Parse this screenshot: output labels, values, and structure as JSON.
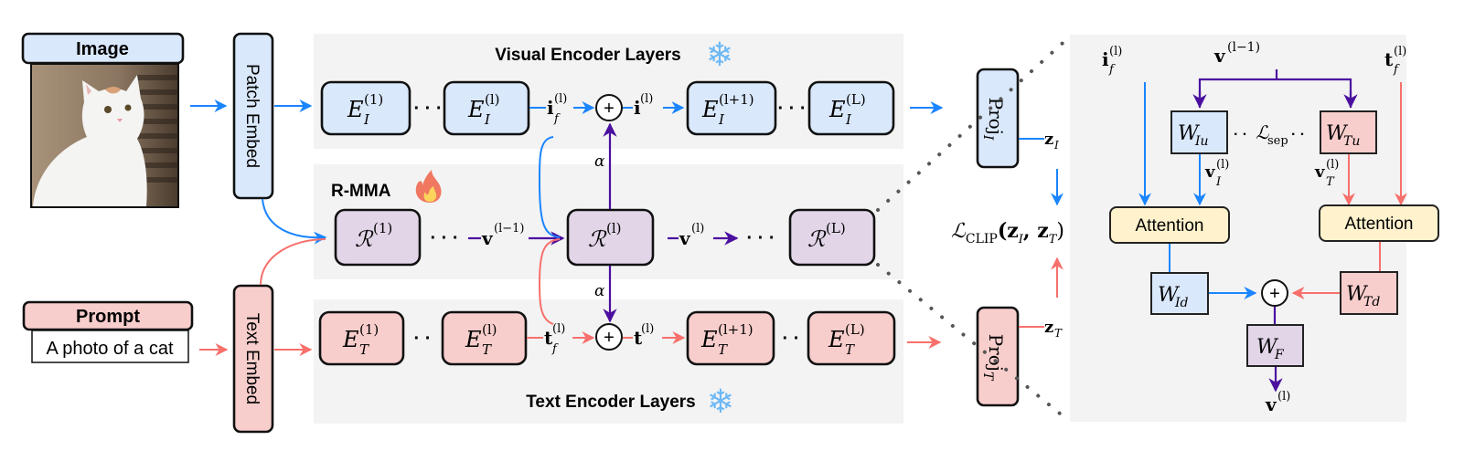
{
  "colors": {
    "visual_fill": "#dae8fc",
    "text_fill": "#f8cecc",
    "rmma_fill": "#e1d5e7",
    "attention_fill": "#fff2cc",
    "blue": "#1a85ff",
    "red": "#f7706c",
    "purple": "#4b0fa0",
    "panel": "#f3f3f3"
  },
  "inputs": {
    "image_label": "Image",
    "prompt_label": "Prompt",
    "prompt_text": "A photo of a cat"
  },
  "embed": {
    "patch": "Patch Embed",
    "text": "Text Embed"
  },
  "visual_encoder": {
    "title": "Visual Encoder Layers",
    "layers": [
      {
        "base": "E",
        "sub": "I",
        "sup": "(1)"
      },
      {
        "base": "E",
        "sub": "I",
        "sup": "(l)"
      },
      {
        "base": "E",
        "sub": "I",
        "sup": "(l+1)"
      },
      {
        "base": "E",
        "sub": "I",
        "sup": "(L)"
      }
    ],
    "feature_label": {
      "base": "i",
      "sub": "f",
      "sup": "(l)"
    },
    "output_label": {
      "base": "i",
      "sup": "(l)"
    },
    "ellipsis": "· · ·"
  },
  "text_encoder": {
    "title": "Text Encoder Layers",
    "layers": [
      {
        "base": "E",
        "sub": "T",
        "sup": "(1)"
      },
      {
        "base": "E",
        "sub": "T",
        "sup": "(l)"
      },
      {
        "base": "E",
        "sub": "T",
        "sup": "(l+1)"
      },
      {
        "base": "E",
        "sub": "T",
        "sup": "(L)"
      }
    ],
    "feature_label": {
      "base": "t",
      "sub": "f",
      "sup": "(l)"
    },
    "output_label": {
      "base": "t",
      "sup": "(l)"
    },
    "ellipsis": "· ·"
  },
  "rmma": {
    "title": "R-MMA",
    "blocks": [
      {
        "base": "ℛ",
        "sup": "(1)"
      },
      {
        "base": "ℛ",
        "sup": "(l)"
      },
      {
        "base": "ℛ",
        "sup": "(L)"
      }
    ],
    "input_label": {
      "base": "v",
      "sup": "(l−1)"
    },
    "output_label": {
      "base": "v",
      "sup": "(l)"
    },
    "alpha": "α",
    "ellipsis": "· · ·"
  },
  "projection": {
    "image": {
      "base": "Proj",
      "sub": "I"
    },
    "text": {
      "base": "Proj",
      "sub": "T"
    },
    "z_image": {
      "base": "z",
      "sub": "I"
    },
    "z_text": {
      "base": "z",
      "sub": "T"
    }
  },
  "loss": {
    "name": "ℒ",
    "sub": "CLIP",
    "args": "(z",
    "arg1_sub": "I",
    "sep": ", z",
    "arg2_sub": "T",
    "close": ")"
  },
  "detail": {
    "v_in": {
      "base": "v",
      "sup": "(l−1)"
    },
    "i_f": {
      "base": "i",
      "sub": "f",
      "sup": "(l)"
    },
    "t_f": {
      "base": "t",
      "sub": "f",
      "sup": "(l)"
    },
    "W_Iu": {
      "base": "W",
      "sub": "Iu"
    },
    "W_Tu": {
      "base": "W",
      "sub": "Tu"
    },
    "L_sep": {
      "base": "ℒ",
      "sub": "sep"
    },
    "v_I": {
      "base": "v",
      "sub": "I",
      "sup": "(l)"
    },
    "v_T": {
      "base": "v",
      "sub": "T",
      "sup": "(l)"
    },
    "attention": "Attention",
    "W_Id": {
      "base": "W",
      "sub": "Id"
    },
    "W_Td": {
      "base": "W",
      "sub": "Td"
    },
    "W_F": {
      "base": "W",
      "sub": "F"
    },
    "v_out": {
      "base": "v",
      "sup": "(l)"
    },
    "plus": "+"
  },
  "icons": {
    "frozen": "snowflake-icon",
    "trainable": "fire-icon"
  },
  "glyphs": {
    "snowflake": "❄",
    "plus": "+"
  }
}
